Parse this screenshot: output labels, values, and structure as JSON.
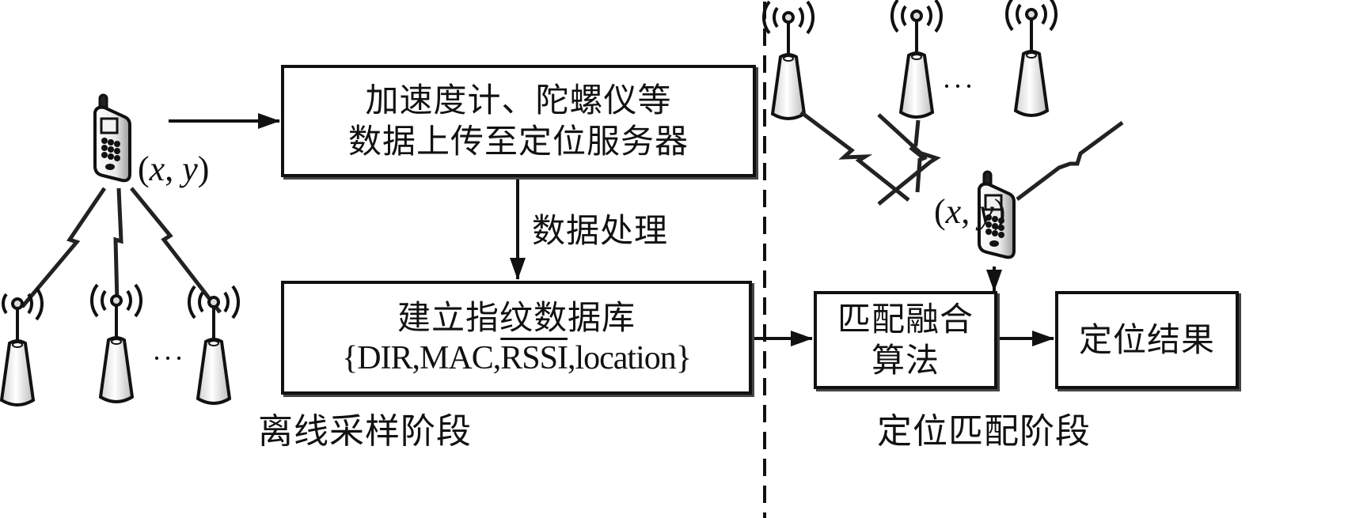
{
  "diagram": {
    "title": "",
    "offline_stage": {
      "label": "离线采样阶段",
      "device_coord": {
        "open": "(",
        "x": "x",
        "sep": ", ",
        "y": "y",
        "close": ")"
      },
      "ellipsis": "···",
      "box_upload": {
        "line1": "加速度计、陀螺仪等",
        "line2": "数据上传至定位服务器"
      },
      "process_label": "数据处理",
      "box_database": {
        "line1": "建立指纹数据库",
        "fields_open": "{DIR,MAC,",
        "fields_overlined": "RSSI",
        "fields_close": ",location}"
      }
    },
    "online_stage": {
      "label": "定位匹配阶段",
      "device_coord": {
        "open": "(",
        "x": "x",
        "sep": ", ",
        "y": "y",
        "close": ")"
      },
      "ellipsis": "···",
      "box_match": {
        "line1": "匹配融合",
        "line2": "算法"
      },
      "box_result": {
        "line1": "定位结果"
      }
    },
    "colors": {
      "stroke": "#111111",
      "device_fill": "#d8d8d8",
      "tower_fill": "#e4e4e4"
    }
  }
}
